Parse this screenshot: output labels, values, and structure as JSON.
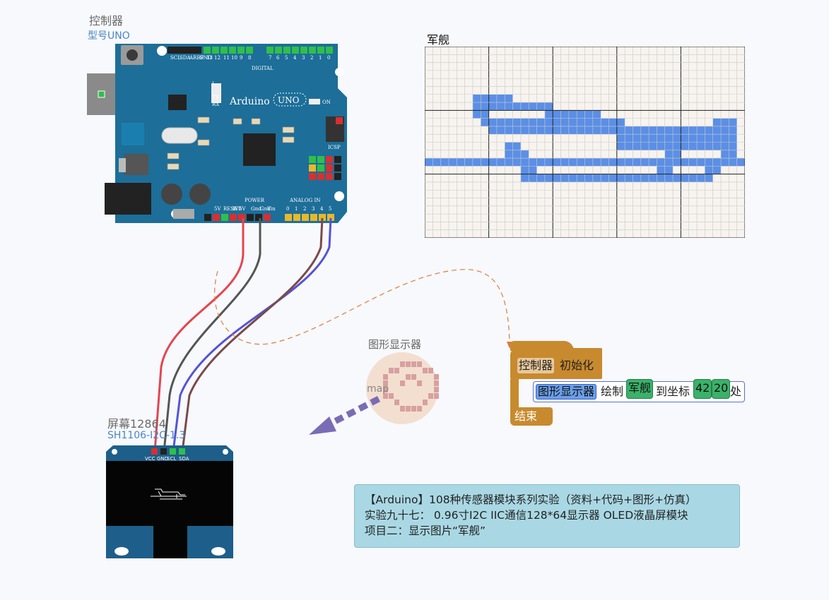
{
  "controller": {
    "title": "控制器",
    "model": "型号UNO"
  },
  "board": {
    "brand": "Arduino",
    "uno_badge": "UNO",
    "digital_label": "DIGITAL",
    "power_label": "POWER",
    "analog_label": "ANALOG IN",
    "icsp_label": "ICSP",
    "on_label": "ON",
    "tx_label": "TX",
    "rx_label": "RX",
    "l_label": "L",
    "top_pins": [
      "SCL",
      "SDA",
      "AREF",
      "GND",
      "13",
      "12",
      "11",
      "10",
      "9",
      "8",
      "7",
      "6",
      "5",
      "4",
      "3",
      "2",
      "1",
      "0"
    ],
    "power_pins": [
      "5V",
      "RESET",
      "3V3",
      "5V",
      "Gnd",
      "Gnd",
      "Vin"
    ],
    "analog_pins": [
      "0",
      "1",
      "2",
      "3",
      "4",
      "5"
    ]
  },
  "screen": {
    "title": "屏幕12864",
    "model": "SH1106-I2C-1.3",
    "pins": [
      "VCC",
      "GND",
      "SCL",
      "SDA"
    ]
  },
  "pixel_grid": {
    "title": "军舰",
    "cols": 40,
    "rows": 24,
    "fill_color": "#5b8fe6",
    "rows_filled": [
      [],
      [],
      [],
      [],
      [],
      [],
      [
        [
          6,
          10
        ]
      ],
      [
        [
          6,
          15
        ]
      ],
      [
        [
          6,
          7
        ],
        [
          15,
          21
        ]
      ],
      [
        [
          7,
          24
        ],
        [
          36,
          38
        ]
      ],
      [
        [
          8,
          38
        ]
      ],
      [
        [
          24,
          38
        ]
      ],
      [
        [
          10,
          11
        ],
        [
          24,
          38
        ]
      ],
      [
        [
          10,
          12
        ],
        [
          30,
          31
        ],
        [
          37,
          38
        ]
      ],
      [
        [
          0,
          39
        ]
      ],
      [
        [
          12,
          13
        ],
        [
          29,
          30
        ],
        [
          35,
          36
        ]
      ],
      [
        [
          12,
          35
        ]
      ],
      [],
      [],
      [],
      [],
      [],
      [],
      []
    ]
  },
  "graphics_display": {
    "title": "图形显示器",
    "icon_label": "map"
  },
  "code_blocks": {
    "init_target": "控制器",
    "init_text": "初始化",
    "draw_target": "图形显示器",
    "draw_text": "绘制",
    "image_name": "军舰",
    "to_coord": "到坐标",
    "x": "42",
    "y": "20",
    "at": "处",
    "end": "结束"
  },
  "info": {
    "line1": "【Arduino】108种传感器模块系列实验（资料+代码+图形+仿真）",
    "line2": "实验九十七：   0.96寸I2C IIC通信128*64显示器 OLED液晶屏模块",
    "line3": "项目二：显示图片“军舰”"
  },
  "colors": {
    "board": "#1d6e99",
    "wire_red": "#e5454f",
    "wire_black": "#555555",
    "wire_blue": "#5553d6",
    "wire_brown": "#7a4a4a",
    "block_orange": "#c88a2e",
    "block_green": "#3ab26a",
    "block_blue": "#6aa0ea",
    "info_bg": "#a9d8e4"
  }
}
